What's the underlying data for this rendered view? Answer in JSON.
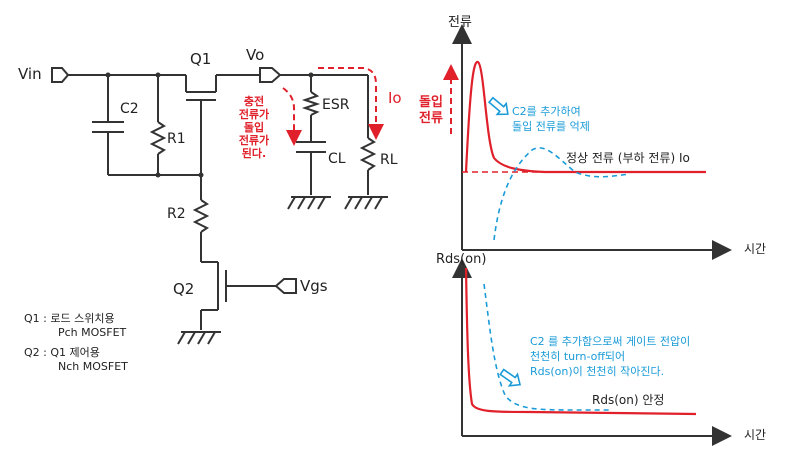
{
  "circuit": {
    "vin": "Vin",
    "vo": "Vo",
    "vgs": "Vgs",
    "q1": "Q1",
    "q2": "Q2",
    "c2": "C2",
    "r1": "R1",
    "r2": "R2",
    "esr": "ESR",
    "cl": "CL",
    "rl": "RL",
    "io": "Io",
    "charge_note": [
      "충전",
      "전류가",
      "돌입",
      "전류가",
      "된다."
    ]
  },
  "legend": {
    "q1_line1": "Q1 : 로드 스위치용",
    "q1_line2": "Pch MOSFET",
    "q2_line1": "Q2 : Q1 제어용",
    "q2_line2": "Nch MOSFET"
  },
  "graph_top": {
    "y_label": "전류",
    "x_label": "시간",
    "inrush_label": [
      "돌입",
      "전류"
    ],
    "note": [
      "C2를 추가하여",
      "돌입 전류를 억제"
    ],
    "steady_label": "정상 전류 (부하 전류) Io"
  },
  "graph_bottom": {
    "y_label": "Rds(on)",
    "x_label": "시간",
    "note": [
      "C2 를 추가함으로써 게이트 전압이",
      "천천히 turn-off되어",
      "Rds(on)이 천천히 작아진다."
    ],
    "stable_label": "Rds(on) 안정"
  },
  "colors": {
    "red": "#e0202a",
    "blue": "#1a9bd8",
    "line": "#333333"
  }
}
